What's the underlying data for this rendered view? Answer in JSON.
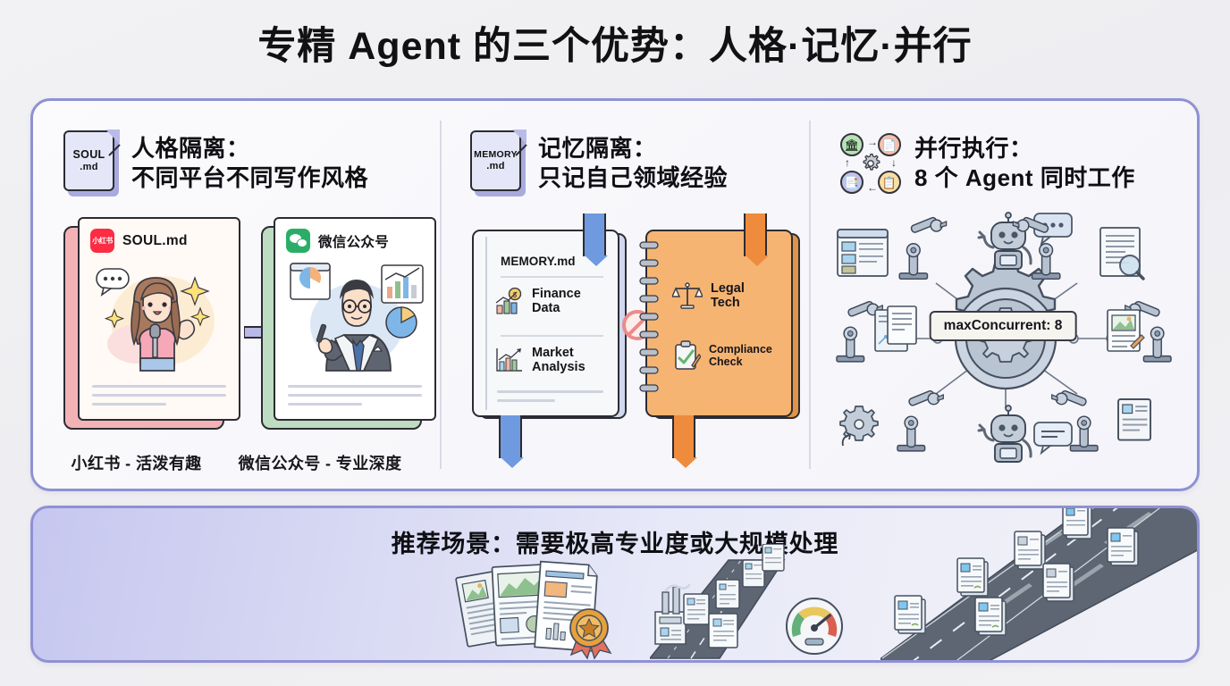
{
  "page": {
    "title": "专精 Agent 的三个优势：人格·记忆·并行",
    "accent_border": "#8f91d4",
    "background": "#f1f0f3"
  },
  "columns": [
    {
      "id": "persona",
      "icon_name": "soul-md-file-icon",
      "icon_label_main": "SOUL",
      "icon_label_ext": ".md",
      "heading_line1": "人格隔离：",
      "heading_line2": "不同平台不同写作风格",
      "cards": [
        {
          "logo": "xiaohongshu-logo",
          "logo_text": "小红书",
          "title": "SOUL.md",
          "caption": "小红书 - 活泼有趣",
          "accent": "#fb2c43",
          "back_color": "#f4b5b7"
        },
        {
          "logo": "wechat-logo",
          "logo_text": "",
          "title": "微信公众号",
          "caption": "微信公众号 - 专业深度",
          "accent": "#2aae67",
          "back_color": "#bfdcc2"
        }
      ],
      "arrow": "arrow-right-purple"
    },
    {
      "id": "memory",
      "icon_name": "memory-md-file-icon",
      "icon_label_main": "MEMORY",
      "icon_label_ext": ".md",
      "heading_line1": "记忆隔离：",
      "heading_line2": "只记自己领域经验",
      "books": [
        {
          "name": "memory-book",
          "title": "MEMORY.md",
          "color": "#f7f8fa",
          "ribbon": "#6f9ae0",
          "items": [
            {
              "icon": "coin-chart-icon",
              "line1": "Finance",
              "line2": "Data"
            },
            {
              "icon": "trend-chart-icon",
              "line1": "Market",
              "line2": "Analysis"
            }
          ]
        },
        {
          "name": "legal-book",
          "title": "",
          "color": "#f6b472",
          "ribbon": "#ef8b3c",
          "items": [
            {
              "icon": "scales-icon",
              "line1": "Legal",
              "line2": "Tech"
            },
            {
              "icon": "clipboard-check-icon",
              "line1": "Compliance",
              "line2": "Check"
            }
          ]
        }
      ],
      "separator_icon": "no-entry-icon"
    },
    {
      "id": "parallel",
      "icon_name": "workflow-cycle-icon",
      "heading_line1": "并行执行：",
      "heading_line2": "8 个 Agent 同时工作",
      "center_label": "maxConcurrent: 8",
      "workflow_nodes": [
        {
          "name": "node-bank",
          "color": "#b6e3b6",
          "glyph": "🏛"
        },
        {
          "name": "node-doc",
          "color": "#f5c0ae",
          "glyph": "📄"
        },
        {
          "name": "node-list",
          "color": "#f7dfa4",
          "glyph": "📋"
        },
        {
          "name": "node-file",
          "color": "#c0c3ea",
          "glyph": "📑"
        }
      ],
      "robot_count": 2,
      "arm_count": 6
    }
  ],
  "bottom": {
    "title": "推荐场景：需要极高专业度或大规模处理",
    "illustrations": [
      {
        "name": "documents-with-award-badge"
      },
      {
        "name": "highway-with-documents-and-gauge"
      },
      {
        "name": "highway-bulk-documents"
      }
    ],
    "gradient_from": "#c6c7ef",
    "gradient_to": "#f0f0f8"
  }
}
